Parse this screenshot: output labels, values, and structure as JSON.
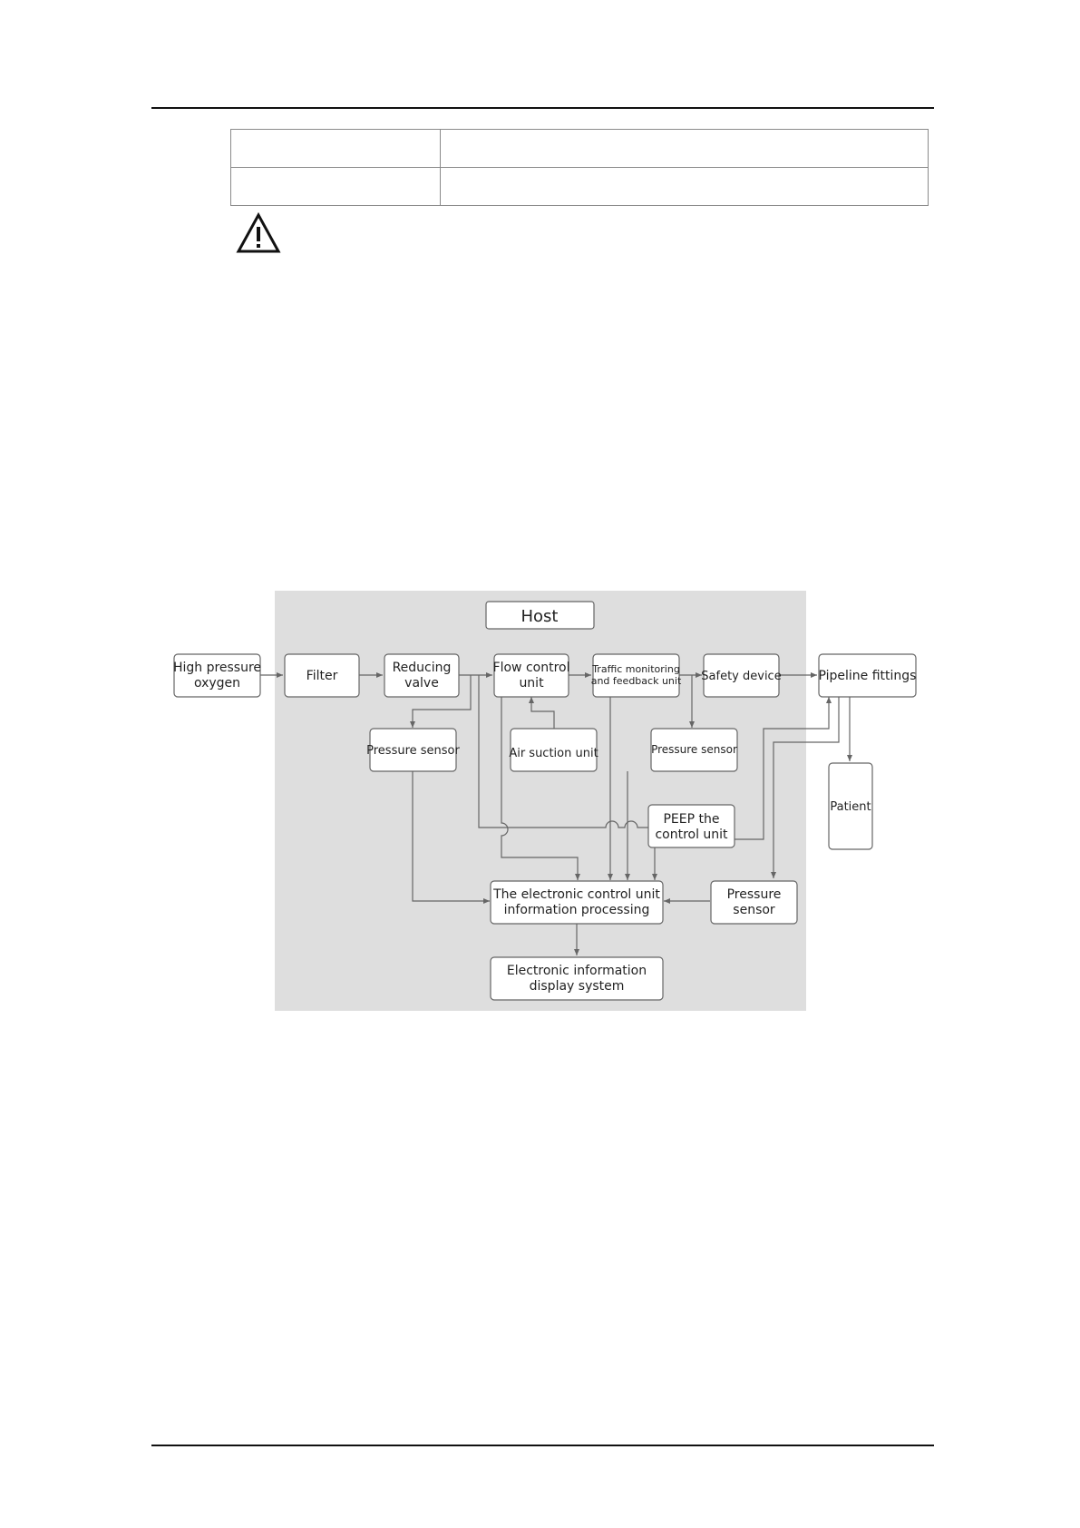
{
  "table": {
    "rows": [
      [
        "",
        ""
      ],
      [
        "",
        ""
      ]
    ]
  },
  "icons": {
    "warning": "warning-triangle-icon"
  },
  "diagram": {
    "host_label": "Host",
    "nodes": {
      "high_pressure_oxygen": [
        "High pressure",
        "oxygen"
      ],
      "filter": [
        "Filter"
      ],
      "reducing_valve": [
        "Reducing",
        "valve"
      ],
      "flow_control_unit": [
        "Flow control",
        "unit"
      ],
      "traffic_monitoring": [
        "Traffic monitoring",
        "and feedback unit"
      ],
      "safety_device": [
        "Safety device"
      ],
      "pipeline_fittings": [
        "Pipeline fittings"
      ],
      "patient": [
        "Patient"
      ],
      "pressure_sensor_left": [
        "Pressure sensor"
      ],
      "air_suction_unit": [
        "Air suction unit"
      ],
      "pressure_sensor_right": [
        "Pressure sensor"
      ],
      "peep_control_unit": [
        "PEEP the",
        "control unit"
      ],
      "electronic_control_unit": [
        "The electronic control unit",
        "information processing"
      ],
      "pressure_sensor_bottom": [
        "Pressure",
        "sensor"
      ],
      "electronic_display_system": [
        "Electronic information",
        "display system"
      ]
    }
  },
  "colors": {
    "host_background": "#dedede",
    "box_border": "#666666",
    "line": "#666666"
  }
}
